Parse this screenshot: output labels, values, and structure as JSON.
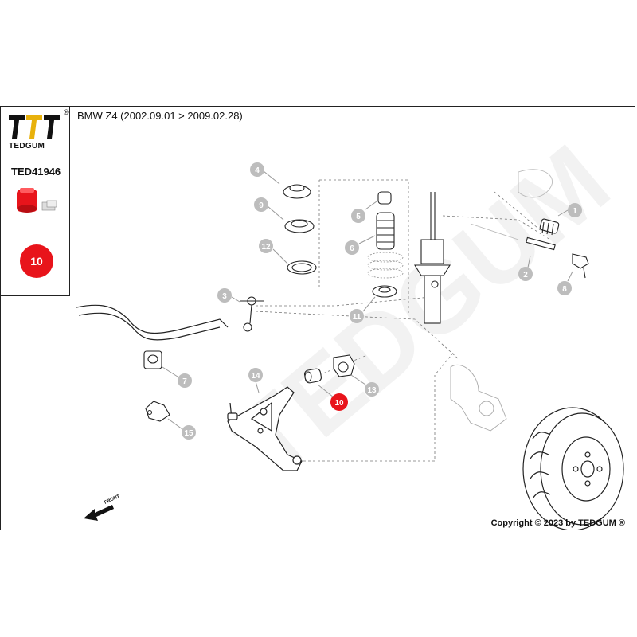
{
  "header": {
    "brand": "TEDGUM",
    "registered_mark": "®",
    "title": "BMW Z4  (2002.09.01 > 2009.02.28)"
  },
  "sidebar": {
    "part_number": "TED41946",
    "part_badge": "10"
  },
  "watermark": "TEDGUM",
  "callouts": {
    "c1": "1",
    "c2": "2",
    "c3": "3",
    "c4": "4",
    "c5": "5",
    "c6": "6",
    "c7": "7",
    "c8": "8",
    "c9": "9",
    "c11": "11",
    "c12": "12",
    "c13": "13",
    "c14": "14",
    "c15": "15"
  },
  "highlight_callout": "10",
  "front_label": "FRONT",
  "footer": {
    "copyright": "Copyright © 2023 by TEDGUM ®"
  },
  "colors": {
    "accent_red": "#e8141b",
    "callout_grey": "#bdbdbd",
    "line": "#222222"
  }
}
